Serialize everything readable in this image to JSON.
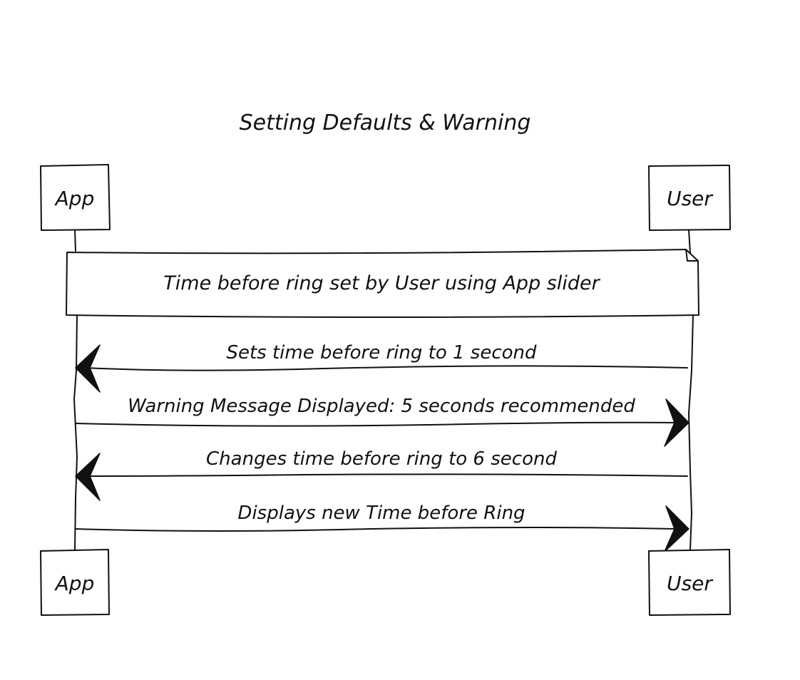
{
  "diagram": {
    "title": "Setting Defaults & Warning",
    "participants": [
      {
        "id": "app",
        "label": "App"
      },
      {
        "id": "user",
        "label": "User"
      }
    ],
    "note": {
      "text": "Time before ring set by User using App slider",
      "over": [
        "app",
        "user"
      ]
    },
    "messages": [
      {
        "from": "user",
        "to": "app",
        "text": "Sets time before ring to 1 second"
      },
      {
        "from": "app",
        "to": "user",
        "text": "Warning Message Displayed: 5 seconds recommended"
      },
      {
        "from": "user",
        "to": "app",
        "text": "Changes time before ring to 6 second"
      },
      {
        "from": "app",
        "to": "user",
        "text": "Displays new Time before Ring"
      }
    ],
    "colors": {
      "ink": "#111111",
      "background": "#ffffff"
    }
  }
}
